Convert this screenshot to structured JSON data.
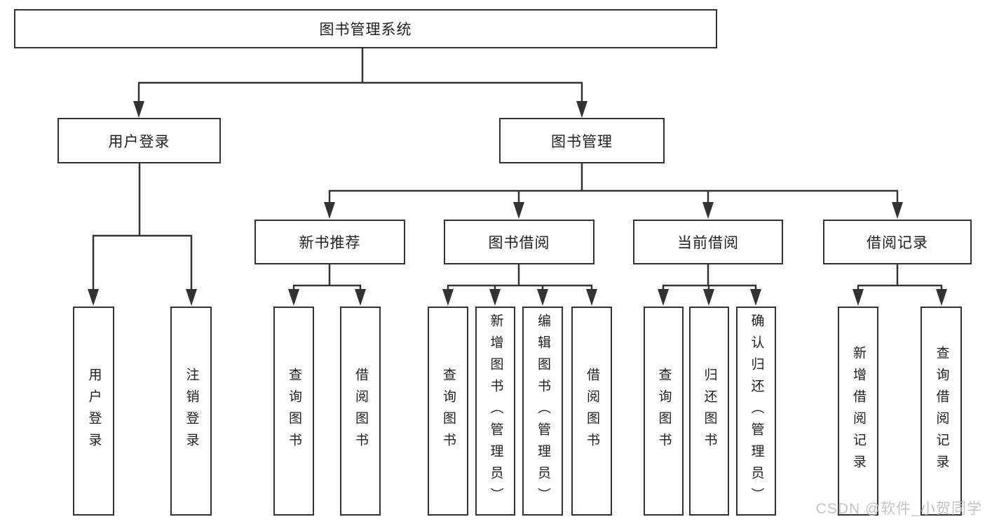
{
  "diagram": {
    "root": {
      "label": "图书管理系统"
    },
    "level2": [
      {
        "label": "用户登录"
      },
      {
        "label": "图书管理"
      }
    ],
    "level3": [
      {
        "label": "新书推荐"
      },
      {
        "label": "图书借阅"
      },
      {
        "label": "当前借阅"
      },
      {
        "label": "借阅记录"
      }
    ],
    "level4": [
      {
        "label": "用户登录"
      },
      {
        "label": "注销登录"
      },
      {
        "label": "查询图书"
      },
      {
        "label": "借阅图书"
      },
      {
        "label": "查询图书"
      },
      {
        "label": "新增图书（管理员）"
      },
      {
        "label": "编辑图书（管理员）"
      },
      {
        "label": "借阅图书"
      },
      {
        "label": "查询图书"
      },
      {
        "label": "归还图书"
      },
      {
        "label": "确认归还（管理员）"
      },
      {
        "label": "新增借阅记录"
      },
      {
        "label": "查询借阅记录"
      }
    ],
    "colors": {
      "line": "#333333",
      "text": "#1f1f1f",
      "background": "#ffffff",
      "watermark": "#bdbdbd"
    }
  },
  "watermark": {
    "text": "CSDN @软件_小贺同学"
  }
}
